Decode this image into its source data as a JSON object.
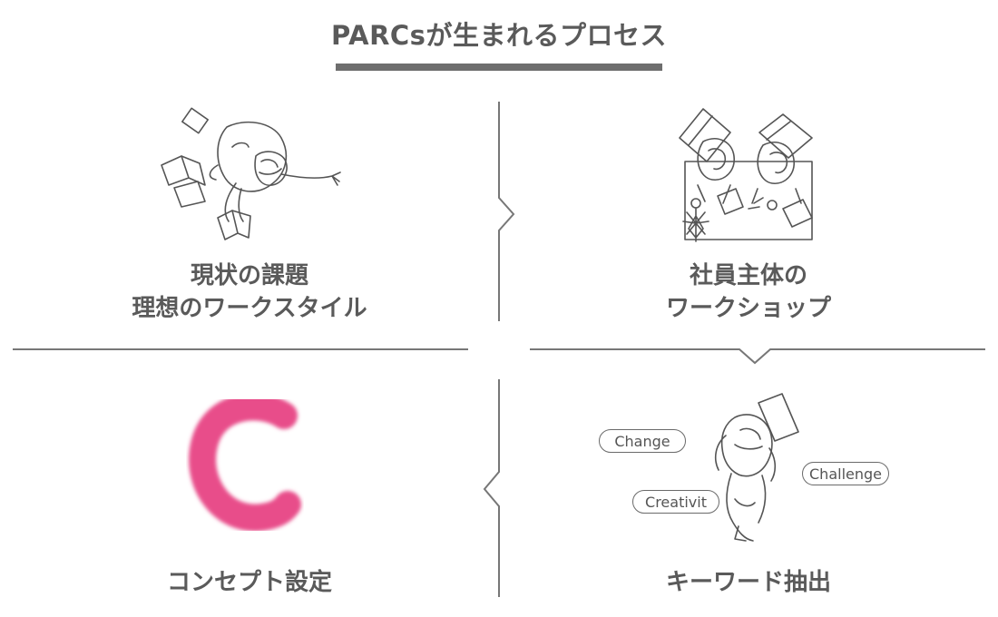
{
  "title": "PARCsが生まれるプロセス",
  "steps": [
    {
      "line1": "現状の課題",
      "line2": "理想のワークスタイル"
    },
    {
      "line1": "社員主体の",
      "line2": "ワークショップ"
    },
    {
      "line1": "コンセプト設定"
    },
    {
      "line1": "キーワード抽出"
    }
  ],
  "keywords": [
    "Change",
    "Creativit",
    "Challenge"
  ],
  "colors": {
    "accent": "#e84d8a",
    "line": "#777777",
    "text": "#5a5a5a"
  },
  "icons": [
    "person-reading-icon",
    "workshop-people-icon",
    "concept-c-icon",
    "thinking-person-icon"
  ]
}
